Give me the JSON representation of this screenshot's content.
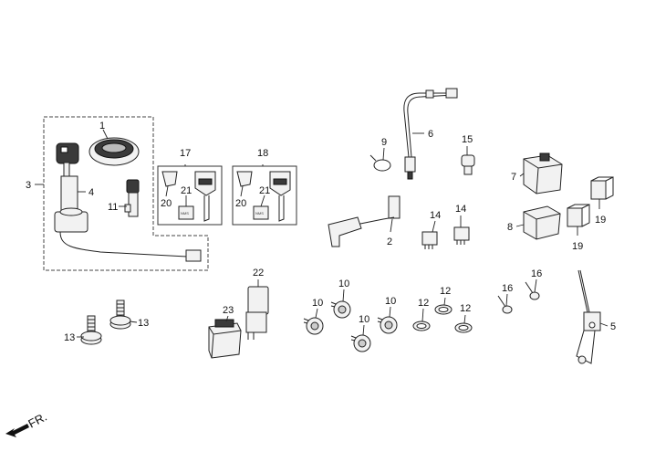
{
  "callouts": {
    "c1": "1",
    "c2": "2",
    "c3": "3",
    "c4": "4",
    "c5": "5",
    "c6": "6",
    "c7": "7",
    "c8": "8",
    "c9": "9",
    "c10a": "10",
    "c10b": "10",
    "c10c": "10",
    "c10d": "10",
    "c11": "11",
    "c12a": "12",
    "c12b": "12",
    "c12c": "12",
    "c13a": "13",
    "c13b": "13",
    "c14a": "14",
    "c14b": "14",
    "c15": "15",
    "c16a": "16",
    "c16b": "16",
    "c17": "17",
    "c18": "18",
    "c19a": "19",
    "c19b": "19",
    "c20a": "20",
    "c20b": "20",
    "c21a": "21",
    "c21b": "21",
    "c22": "22",
    "c23": "23"
  },
  "direction_label": "FR.",
  "key_tag_text": "NMS"
}
